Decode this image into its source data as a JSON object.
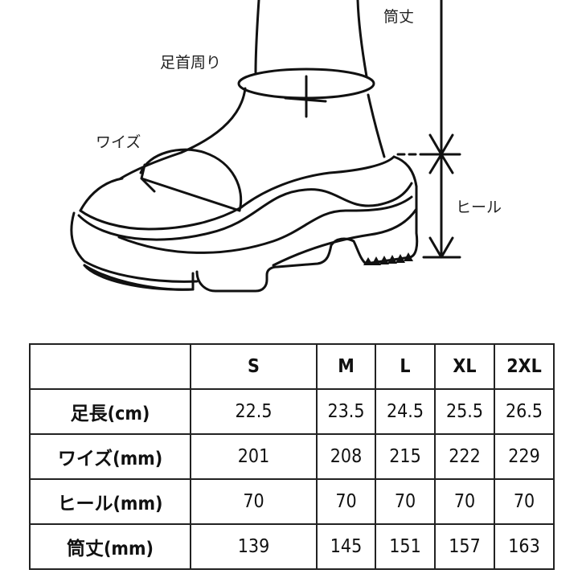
{
  "diagram": {
    "labels": {
      "shaft": "筒丈",
      "ankle": "足首周り",
      "width": "ワイズ",
      "heel": "ヒール"
    }
  },
  "size_table": {
    "corner": "",
    "sizes": [
      "S",
      "M",
      "L",
      "XL",
      "2XL"
    ],
    "rows": [
      {
        "label": "足長(cm)",
        "values": [
          "22.5",
          "23.5",
          "24.5",
          "25.5",
          "26.5"
        ]
      },
      {
        "label": "ワイズ(mm)",
        "values": [
          "201",
          "208",
          "215",
          "222",
          "229"
        ]
      },
      {
        "label": "ヒール(mm)",
        "values": [
          "70",
          "70",
          "70",
          "70",
          "70"
        ]
      },
      {
        "label": "筒丈(mm)",
        "values": [
          "139",
          "145",
          "151",
          "157",
          "163"
        ]
      }
    ]
  }
}
